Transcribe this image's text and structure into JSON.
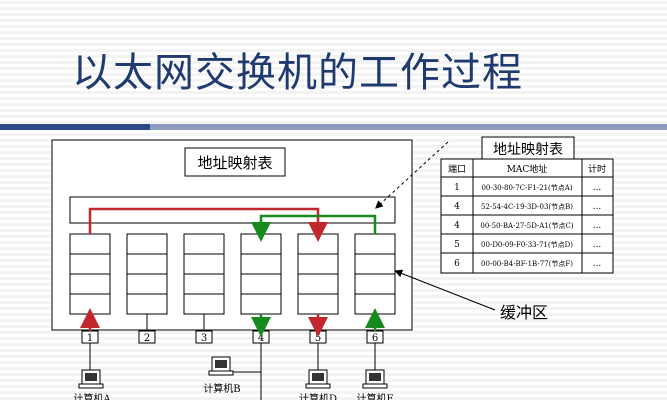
{
  "slide": {
    "title": "以太网交换机的工作过程",
    "title_color": "#1f3a6e"
  },
  "switch": {
    "map_label": "地址映射表",
    "buffer_label": "缓冲区",
    "ports": [
      "1",
      "2",
      "3",
      "4",
      "5",
      "6"
    ]
  },
  "computers": [
    {
      "label": "计算机A",
      "port": "1"
    },
    {
      "label": "计算机B",
      "port": "4"
    },
    {
      "label": "计算机D",
      "port": "5"
    },
    {
      "label": "计算机F",
      "port": "6"
    }
  ],
  "map_table": {
    "title": "地址映射表",
    "headers": [
      "端口",
      "MAC地址",
      "计时"
    ],
    "rows": [
      [
        "1",
        "00-30-80-7C-F1-21(节点A)",
        "..."
      ],
      [
        "4",
        "52-54-4C-19-3D-03(节点B)",
        "..."
      ],
      [
        "4",
        "00-50-BA-27-5D-A1(节点C)",
        "..."
      ],
      [
        "5",
        "00-D0-09-F0-33-71(节点D)",
        "..."
      ],
      [
        "6",
        "00-00-B4-BF-1B-77(节点F)",
        "..."
      ]
    ]
  },
  "colors": {
    "red_path": "#c0282d",
    "green_path": "#178a1e"
  }
}
